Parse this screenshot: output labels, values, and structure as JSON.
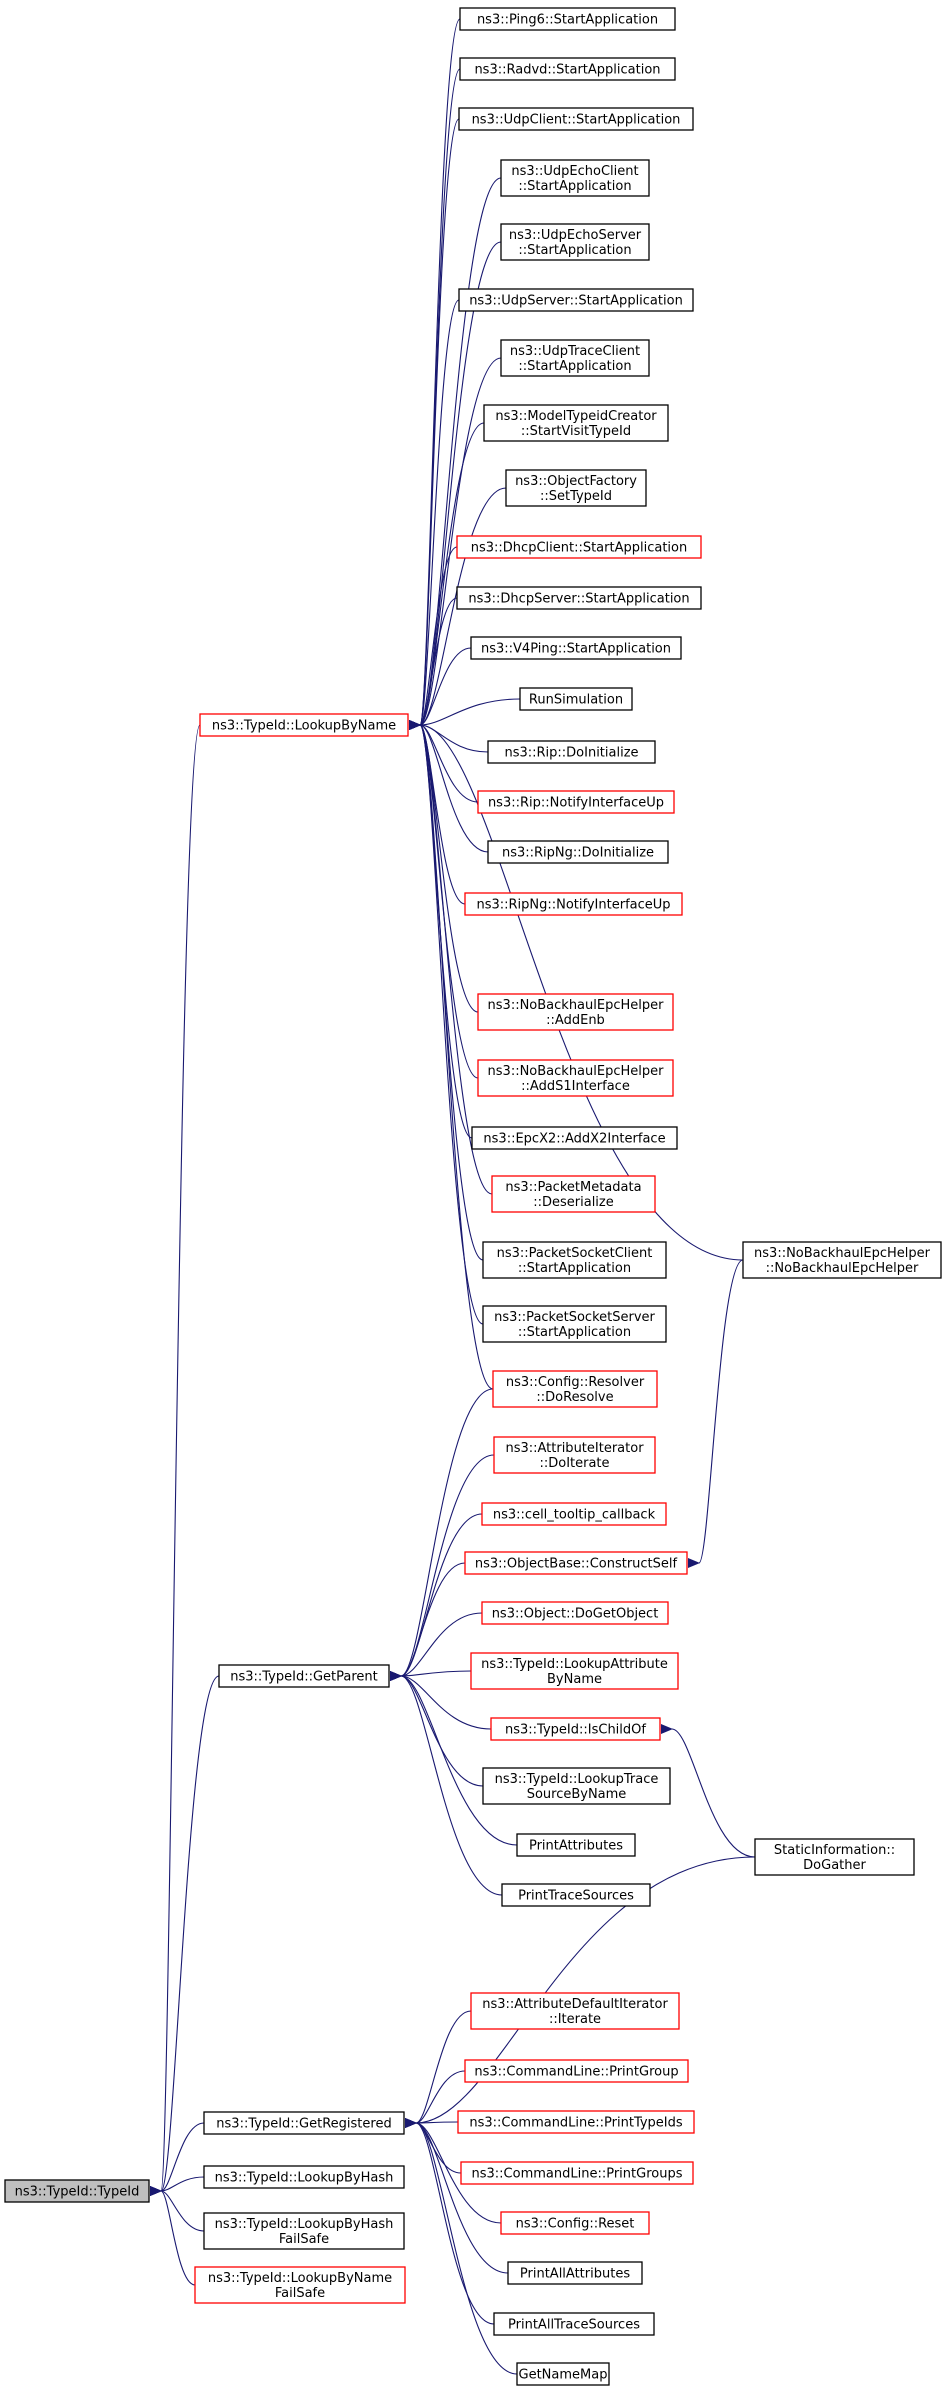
{
  "colors": {
    "edge": "#191970",
    "border_normal": "#000000",
    "border_truncated": "#ff0000",
    "root_fill": "#bfbfbf",
    "node_fill": "#ffffff"
  },
  "nodes": {
    "typeid": {
      "lines": [
        "ns3::TypeId::TypeId"
      ],
      "style": "root"
    },
    "lookupbyname": {
      "lines": [
        "ns3::TypeId::LookupByName"
      ],
      "style": "red"
    },
    "getparent": {
      "lines": [
        "ns3::TypeId::GetParent"
      ],
      "style": "black"
    },
    "getregistered": {
      "lines": [
        "ns3::TypeId::GetRegistered"
      ],
      "style": "black"
    },
    "lookupbyhash": {
      "lines": [
        "ns3::TypeId::LookupByHash"
      ],
      "style": "black"
    },
    "lookupbyhashfailsafe": {
      "lines": [
        "ns3::TypeId::LookupByHash",
        "FailSafe"
      ],
      "style": "black"
    },
    "lookupbynamefailsafe": {
      "lines": [
        "ns3::TypeId::LookupByName",
        "FailSafe"
      ],
      "style": "red"
    },
    "ping6": {
      "lines": [
        "ns3::Ping6::StartApplication"
      ],
      "style": "black"
    },
    "radvd": {
      "lines": [
        "ns3::Radvd::StartApplication"
      ],
      "style": "black"
    },
    "udpclient": {
      "lines": [
        "ns3::UdpClient::StartApplication"
      ],
      "style": "black"
    },
    "udpechoclient": {
      "lines": [
        "ns3::UdpEchoClient",
        "::StartApplication"
      ],
      "style": "black"
    },
    "udpechoserver": {
      "lines": [
        "ns3::UdpEchoServer",
        "::StartApplication"
      ],
      "style": "black"
    },
    "udpserver": {
      "lines": [
        "ns3::UdpServer::StartApplication"
      ],
      "style": "black"
    },
    "udptraceclient": {
      "lines": [
        "ns3::UdpTraceClient",
        "::StartApplication"
      ],
      "style": "black"
    },
    "modeltypeidcreator": {
      "lines": [
        "ns3::ModelTypeidCreator",
        "::StartVisitTypeId"
      ],
      "style": "black"
    },
    "objectfactory": {
      "lines": [
        "ns3::ObjectFactory",
        "::SetTypeId"
      ],
      "style": "black"
    },
    "dhcpclient": {
      "lines": [
        "ns3::DhcpClient::StartApplication"
      ],
      "style": "red"
    },
    "dhcpserver": {
      "lines": [
        "ns3::DhcpServer::StartApplication"
      ],
      "style": "black"
    },
    "v4ping": {
      "lines": [
        "ns3::V4Ping::StartApplication"
      ],
      "style": "black"
    },
    "runsimulation": {
      "lines": [
        "RunSimulation"
      ],
      "style": "black"
    },
    "ripdoinit": {
      "lines": [
        "ns3::Rip::DoInitialize"
      ],
      "style": "black"
    },
    "ripnotify": {
      "lines": [
        "ns3::Rip::NotifyInterfaceUp"
      ],
      "style": "red"
    },
    "ripngdoinit": {
      "lines": [
        "ns3::RipNg::DoInitialize"
      ],
      "style": "black"
    },
    "ripngnotify": {
      "lines": [
        "ns3::RipNg::NotifyInterfaceUp"
      ],
      "style": "red"
    },
    "nobackhauladdenb": {
      "lines": [
        "ns3::NoBackhaulEpcHelper",
        "::AddEnb"
      ],
      "style": "red"
    },
    "nobackhauladds1": {
      "lines": [
        "ns3::NoBackhaulEpcHelper",
        "::AddS1Interface"
      ],
      "style": "red"
    },
    "epcx2": {
      "lines": [
        "ns3::EpcX2::AddX2Interface"
      ],
      "style": "black"
    },
    "packetmetadata": {
      "lines": [
        "ns3::PacketMetadata",
        "::Deserialize"
      ],
      "style": "red"
    },
    "packetsocketclient": {
      "lines": [
        "ns3::PacketSocketClient",
        "::StartApplication"
      ],
      "style": "black"
    },
    "packetsocketserver": {
      "lines": [
        "ns3::PacketSocketServer",
        "::StartApplication"
      ],
      "style": "black"
    },
    "configresolver": {
      "lines": [
        "ns3::Config::Resolver",
        "::DoResolve"
      ],
      "style": "red"
    },
    "nobackhaulctor": {
      "lines": [
        "ns3::NoBackhaulEpcHelper",
        "::NoBackhaulEpcHelper"
      ],
      "style": "black"
    },
    "attributeiterator": {
      "lines": [
        "ns3::AttributeIterator",
        "::DoIterate"
      ],
      "style": "red"
    },
    "celltooltip": {
      "lines": [
        "ns3::cell_tooltip_callback"
      ],
      "style": "red"
    },
    "constructself": {
      "lines": [
        "ns3::ObjectBase::ConstructSelf"
      ],
      "style": "red"
    },
    "dogetobject": {
      "lines": [
        "ns3::Object::DoGetObject"
      ],
      "style": "red"
    },
    "lookupattribute": {
      "lines": [
        "ns3::TypeId::LookupAttribute",
        "ByName"
      ],
      "style": "red"
    },
    "ischildof": {
      "lines": [
        "ns3::TypeId::IsChildOf"
      ],
      "style": "red"
    },
    "lookuptracesource": {
      "lines": [
        "ns3::TypeId::LookupTrace",
        "SourceByName"
      ],
      "style": "black"
    },
    "printattributes": {
      "lines": [
        "PrintAttributes"
      ],
      "style": "black"
    },
    "printtracesources": {
      "lines": [
        "PrintTraceSources"
      ],
      "style": "black"
    },
    "staticinfo": {
      "lines": [
        "StaticInformation::",
        "DoGather"
      ],
      "style": "black"
    },
    "attrdefaultiter": {
      "lines": [
        "ns3::AttributeDefaultIterator",
        "::Iterate"
      ],
      "style": "red"
    },
    "printgroup": {
      "lines": [
        "ns3::CommandLine::PrintGroup"
      ],
      "style": "red"
    },
    "printtypeids": {
      "lines": [
        "ns3::CommandLine::PrintTypeIds"
      ],
      "style": "red"
    },
    "printgroups": {
      "lines": [
        "ns3::CommandLine::PrintGroups"
      ],
      "style": "red"
    },
    "configreset": {
      "lines": [
        "ns3::Config::Reset"
      ],
      "style": "red"
    },
    "printallattributes": {
      "lines": [
        "PrintAllAttributes"
      ],
      "style": "black"
    },
    "printalltracesources": {
      "lines": [
        "PrintAllTraceSources"
      ],
      "style": "black"
    },
    "getnamemap": {
      "lines": [
        "GetNameMap"
      ],
      "style": "black"
    }
  },
  "edges": [
    [
      "lookupbyname",
      "typeid"
    ],
    [
      "getparent",
      "typeid"
    ],
    [
      "getregistered",
      "typeid"
    ],
    [
      "lookupbyhash",
      "typeid"
    ],
    [
      "lookupbyhashfailsafe",
      "typeid"
    ],
    [
      "lookupbynamefailsafe",
      "typeid"
    ],
    [
      "ping6",
      "lookupbyname"
    ],
    [
      "radvd",
      "lookupbyname"
    ],
    [
      "udpclient",
      "lookupbyname"
    ],
    [
      "udpechoclient",
      "lookupbyname"
    ],
    [
      "udpechoserver",
      "lookupbyname"
    ],
    [
      "udpserver",
      "lookupbyname"
    ],
    [
      "udptraceclient",
      "lookupbyname"
    ],
    [
      "modeltypeidcreator",
      "lookupbyname"
    ],
    [
      "objectfactory",
      "lookupbyname"
    ],
    [
      "dhcpclient",
      "lookupbyname"
    ],
    [
      "dhcpserver",
      "lookupbyname"
    ],
    [
      "v4ping",
      "lookupbyname"
    ],
    [
      "runsimulation",
      "lookupbyname"
    ],
    [
      "ripdoinit",
      "lookupbyname"
    ],
    [
      "ripnotify",
      "lookupbyname"
    ],
    [
      "ripngdoinit",
      "lookupbyname"
    ],
    [
      "ripngnotify",
      "lookupbyname"
    ],
    [
      "nobackhauladdenb",
      "lookupbyname"
    ],
    [
      "nobackhauladds1",
      "lookupbyname"
    ],
    [
      "epcx2",
      "lookupbyname"
    ],
    [
      "packetmetadata",
      "lookupbyname"
    ],
    [
      "packetsocketclient",
      "lookupbyname"
    ],
    [
      "packetsocketserver",
      "lookupbyname"
    ],
    [
      "configresolver",
      "lookupbyname"
    ],
    [
      "nobackhaulctor",
      "lookupbyname"
    ],
    [
      "configresolver",
      "getparent"
    ],
    [
      "attributeiterator",
      "getparent"
    ],
    [
      "celltooltip",
      "getparent"
    ],
    [
      "constructself",
      "getparent"
    ],
    [
      "dogetobject",
      "getparent"
    ],
    [
      "lookupattribute",
      "getparent"
    ],
    [
      "ischildof",
      "getparent"
    ],
    [
      "lookuptracesource",
      "getparent"
    ],
    [
      "printattributes",
      "getparent"
    ],
    [
      "printtracesources",
      "getparent"
    ],
    [
      "nobackhaulctor",
      "constructself"
    ],
    [
      "staticinfo",
      "ischildof"
    ],
    [
      "staticinfo",
      "getregistered"
    ],
    [
      "attrdefaultiter",
      "getregistered"
    ],
    [
      "printgroup",
      "getregistered"
    ],
    [
      "printtypeids",
      "getregistered"
    ],
    [
      "printgroups",
      "getregistered"
    ],
    [
      "configreset",
      "getregistered"
    ],
    [
      "printallattributes",
      "getregistered"
    ],
    [
      "printalltracesources",
      "getregistered"
    ],
    [
      "getnamemap",
      "getregistered"
    ]
  ]
}
